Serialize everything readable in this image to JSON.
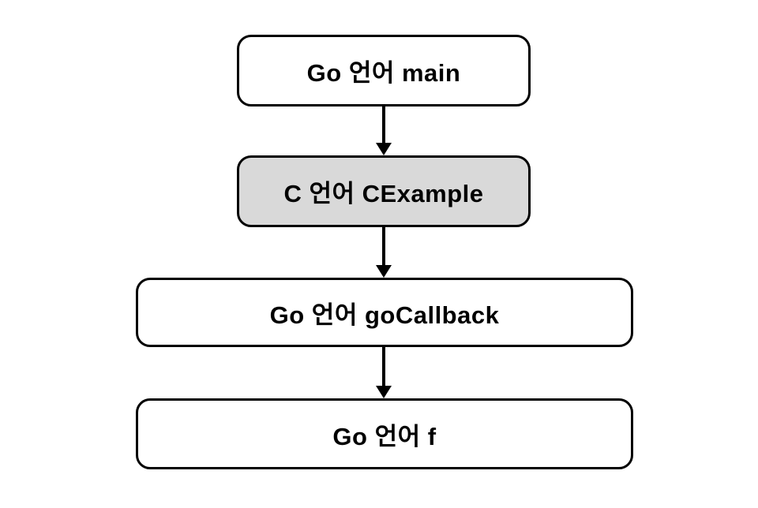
{
  "diagram": {
    "type": "flowchart",
    "direction": "top-down",
    "nodes": [
      {
        "id": "go-main",
        "label": "Go 언어 main",
        "fill": "#ffffff",
        "highlighted": false
      },
      {
        "id": "c-cexample",
        "label": "C 언어 CExample",
        "fill": "#d9d9d9",
        "highlighted": true
      },
      {
        "id": "go-gocallback",
        "label": "Go 언어 goCallback",
        "fill": "#ffffff",
        "highlighted": false
      },
      {
        "id": "go-f",
        "label": "Go 언어 f",
        "fill": "#ffffff",
        "highlighted": false
      }
    ],
    "edges": [
      {
        "from": "go-main",
        "to": "c-cexample"
      },
      {
        "from": "c-cexample",
        "to": "go-gocallback"
      },
      {
        "from": "go-gocallback",
        "to": "go-f"
      }
    ],
    "colors": {
      "background": "#ffffff",
      "node_border": "#000000",
      "node_fill": "#ffffff",
      "highlight_fill": "#d9d9d9",
      "arrow": "#000000",
      "text": "#000000"
    }
  }
}
